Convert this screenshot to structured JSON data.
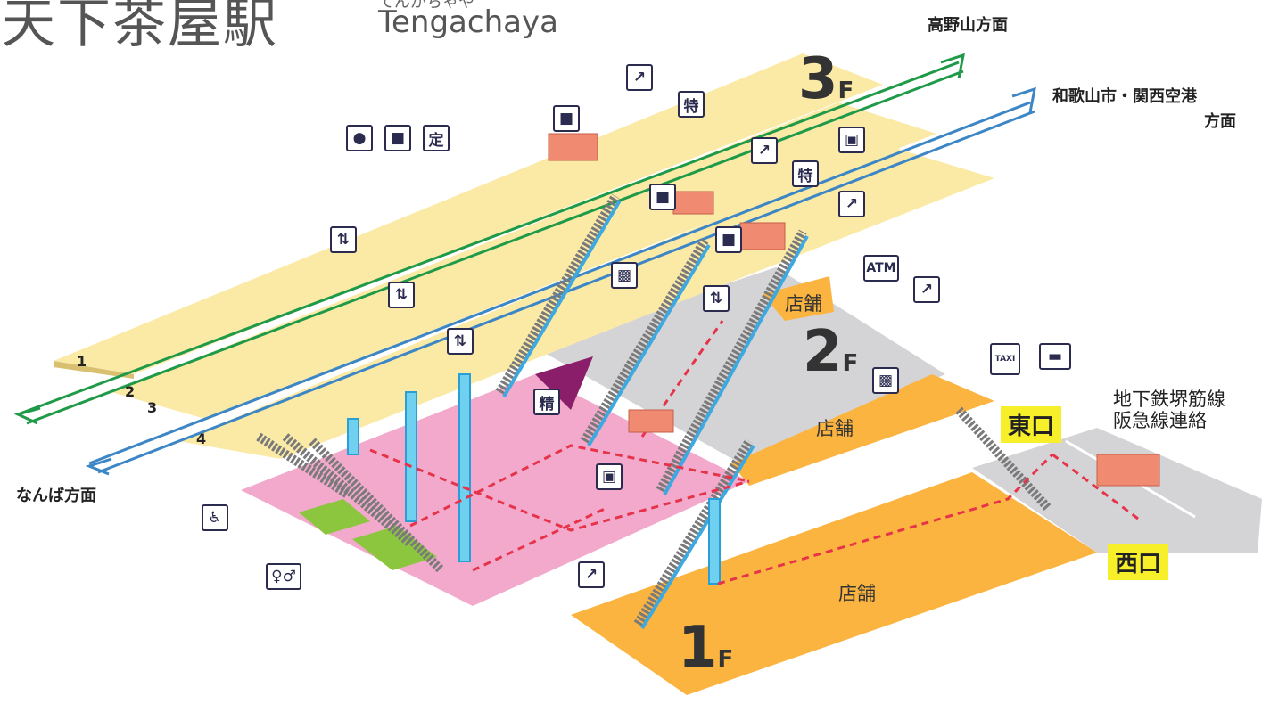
{
  "station": {
    "name_jp": "天下茶屋駅",
    "name_kana": "てんがちゃや",
    "name_en": "Tengachaya"
  },
  "directions": {
    "koyasan": "高野山方面",
    "wakayama_line1": "和歌山市・関西空港",
    "wakayama_line2": "方面",
    "namba": "なんば方面"
  },
  "floors": {
    "f3": {
      "num": "3",
      "suffix": "F"
    },
    "f2": {
      "num": "2",
      "suffix": "F"
    },
    "f1": {
      "num": "1",
      "suffix": "F"
    }
  },
  "platforms": [
    "1",
    "2",
    "3",
    "4"
  ],
  "shops": {
    "label": "店舗"
  },
  "exits": {
    "east": "東口",
    "west": "西口"
  },
  "connection": {
    "line1": "地下鉄堺筋線",
    "line2": "阪急線連絡"
  },
  "icons": {
    "atm": "ATM",
    "teiki": "定",
    "sei": "精",
    "tokkyu": "特",
    "taxi": "TAXI"
  },
  "colors": {
    "green_line": "#1f9a48",
    "blue_line": "#3d86c6",
    "pink_floor": "#f2a9cb",
    "orange_floor": "#fbb440",
    "platform": "#fbeaa6"
  }
}
